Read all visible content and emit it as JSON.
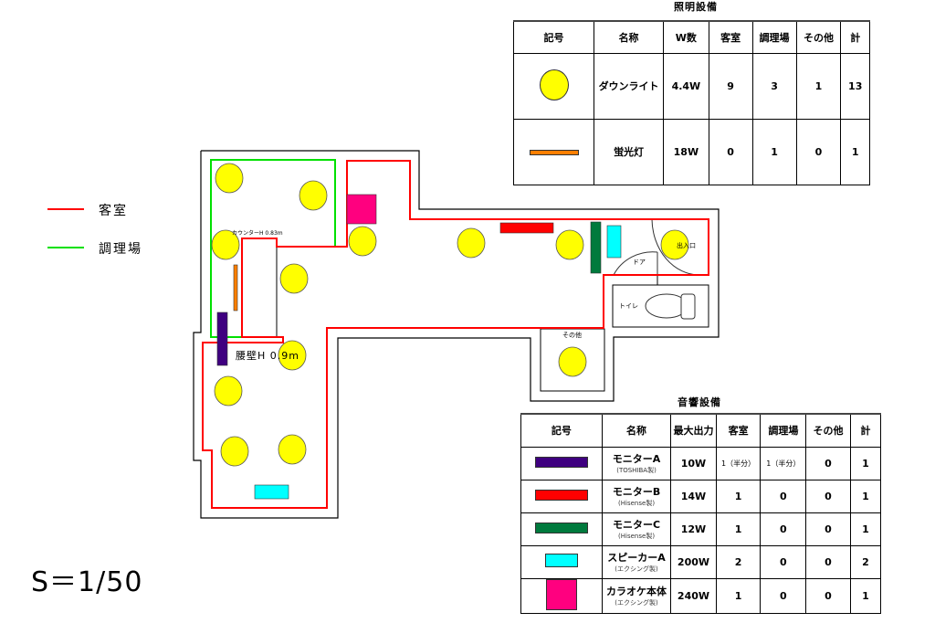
{
  "legend": [
    {
      "label": "客室",
      "color": "#ff0000"
    },
    {
      "label": "調理場",
      "color": "#00e000"
    }
  ],
  "scale": "S＝1/50",
  "plan_labels": {
    "counter": "カウンターH 0.83m",
    "waist_wall": "腰壁H 0.9m",
    "door": "ドア",
    "entrance": "出入口",
    "toilet": "トイレ",
    "other": "その他"
  },
  "lighting": {
    "title": "照明設備",
    "headers": [
      "記号",
      "名称",
      "W数",
      "客室",
      "調理場",
      "その他",
      "計"
    ],
    "rows": [
      {
        "symbol": "circle",
        "color": "#ffff00",
        "name": "ダウンライト",
        "sub": null,
        "power": "4.4W",
        "guest": "9",
        "kitchen": "3",
        "other": "1",
        "total": "13"
      },
      {
        "symbol": "bar",
        "color": "#ff7f00",
        "name": "蛍光灯",
        "sub": null,
        "power": "18W",
        "guest": "0",
        "kitchen": "1",
        "other": "0",
        "total": "1"
      }
    ]
  },
  "audio": {
    "title": "音響設備",
    "headers": [
      "記号",
      "名称",
      "最大出力",
      "客室",
      "調理場",
      "その他",
      "計"
    ],
    "rows": [
      {
        "symbol": "wide",
        "color": "#3f0080",
        "name": "モニターA",
        "sub": "(TOSHIBA製)",
        "power": "10W",
        "guest": "1（半分）",
        "kitchen": "1（半分）",
        "other": "0",
        "total": "1"
      },
      {
        "symbol": "wide",
        "color": "#ff0000",
        "name": "モニターB",
        "sub": "(Hisense製)",
        "power": "14W",
        "guest": "1",
        "kitchen": "0",
        "other": "0",
        "total": "1"
      },
      {
        "symbol": "wide",
        "color": "#007a3d",
        "name": "モニターC",
        "sub": "(Hisense製)",
        "power": "12W",
        "guest": "1",
        "kitchen": "0",
        "other": "0",
        "total": "1"
      },
      {
        "symbol": "mid",
        "color": "#00ffff",
        "name": "スピーカーA",
        "sub": "(エクシング製)",
        "power": "200W",
        "guest": "2",
        "kitchen": "0",
        "other": "0",
        "total": "2"
      },
      {
        "symbol": "square",
        "color": "#ff007f",
        "name": "カラオケ本体",
        "sub": "(エクシング製)",
        "power": "240W",
        "guest": "1",
        "kitchen": "0",
        "other": "0",
        "total": "1"
      }
    ]
  }
}
